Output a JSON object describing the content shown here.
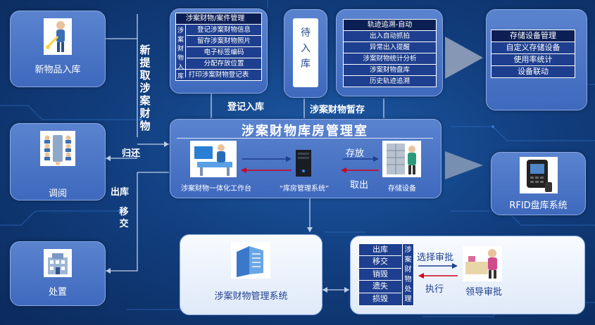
{
  "nodes": {
    "new_item": "新物品入库",
    "consult": "调阅",
    "dispose": "处置",
    "pending": "待入库",
    "mgmt_system": "涉案财物管理系统",
    "rfid": "RFID盘库系统",
    "leader": "领导审批"
  },
  "edges": {
    "new_extract": "新提取涉案财物",
    "return": "归还",
    "outbound": "出库",
    "transfer": "移交",
    "register_in": "登记入库",
    "temp_store": "涉案财物暂存",
    "store": "存放",
    "retrieve": "取出",
    "select_approve": "选择审批",
    "execute": "执行"
  },
  "case_register": {
    "title": "涉案财物/案件管理",
    "side": "涉案财物入库",
    "items": [
      "登记涉案财物信息",
      "留存涉案财物照片",
      "电子标签编码",
      "分配存放位置"
    ],
    "footer": "打印涉案财物登记表"
  },
  "trace": {
    "title": "轨迹追溯-自动",
    "items": [
      "出入自动抓拍",
      "异常出入提醒",
      "涉案财物统计分析",
      "涉案财物盘库",
      "历史轨迹追溯"
    ]
  },
  "storage_mgmt": {
    "title": "存储设备管理",
    "items": [
      "自定义存储设备",
      "使用率统计",
      "设备联动"
    ]
  },
  "warehouse": {
    "title": "涉案财物库房管理室",
    "workstation": "涉案财物一体化工作台",
    "system": "“库房管理系统”",
    "storage": "存储设备"
  },
  "disposal": {
    "items": [
      "出库",
      "移交",
      "销毁",
      "遗失",
      "损毁"
    ],
    "side": "涉案财物处理"
  },
  "colors": {
    "background": "#123f80",
    "panel": "#4a74c6",
    "list_bg": "#1e3f8f",
    "arrow_red": "#d0021b",
    "arrow_blue": "#1f3f8f"
  }
}
